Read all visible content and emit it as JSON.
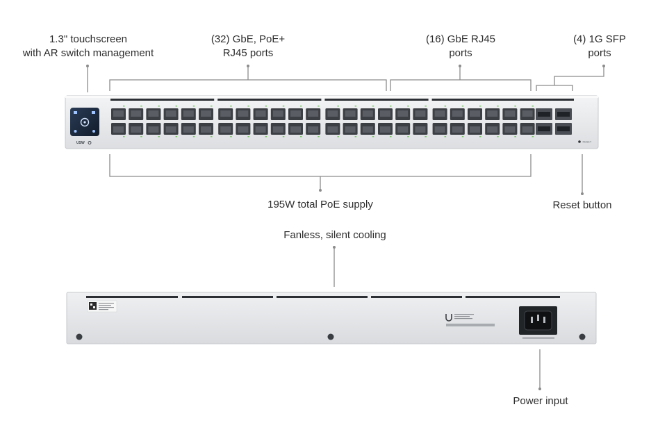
{
  "callouts": {
    "touchscreen": {
      "line1": "1.3\" touchscreen",
      "line2": "with AR switch management"
    },
    "poe_ports": {
      "line1": "(32) GbE, PoE+",
      "line2": "RJ45 ports"
    },
    "rj45_ports": {
      "line1": "(16) GbE RJ45",
      "line2": "ports"
    },
    "sfp_ports": {
      "line1": "(4) 1G SFP",
      "line2": "ports"
    },
    "poe_supply": "195W total PoE supply",
    "reset": "Reset button",
    "fanless": "Fanless, silent cooling",
    "power": "Power input"
  },
  "device": {
    "model_badge": "USW",
    "reset_label": "RESET",
    "port_count_rj45": 48,
    "sfp_count": 4,
    "colors": {
      "chassis": "#e9eaec",
      "chassis_edge": "#c9cbcf",
      "port_dark": "#3c3f44",
      "port_led": "#7fc96b",
      "leader_line": "#8c8c8c",
      "screen": "#1d2b3e"
    }
  }
}
